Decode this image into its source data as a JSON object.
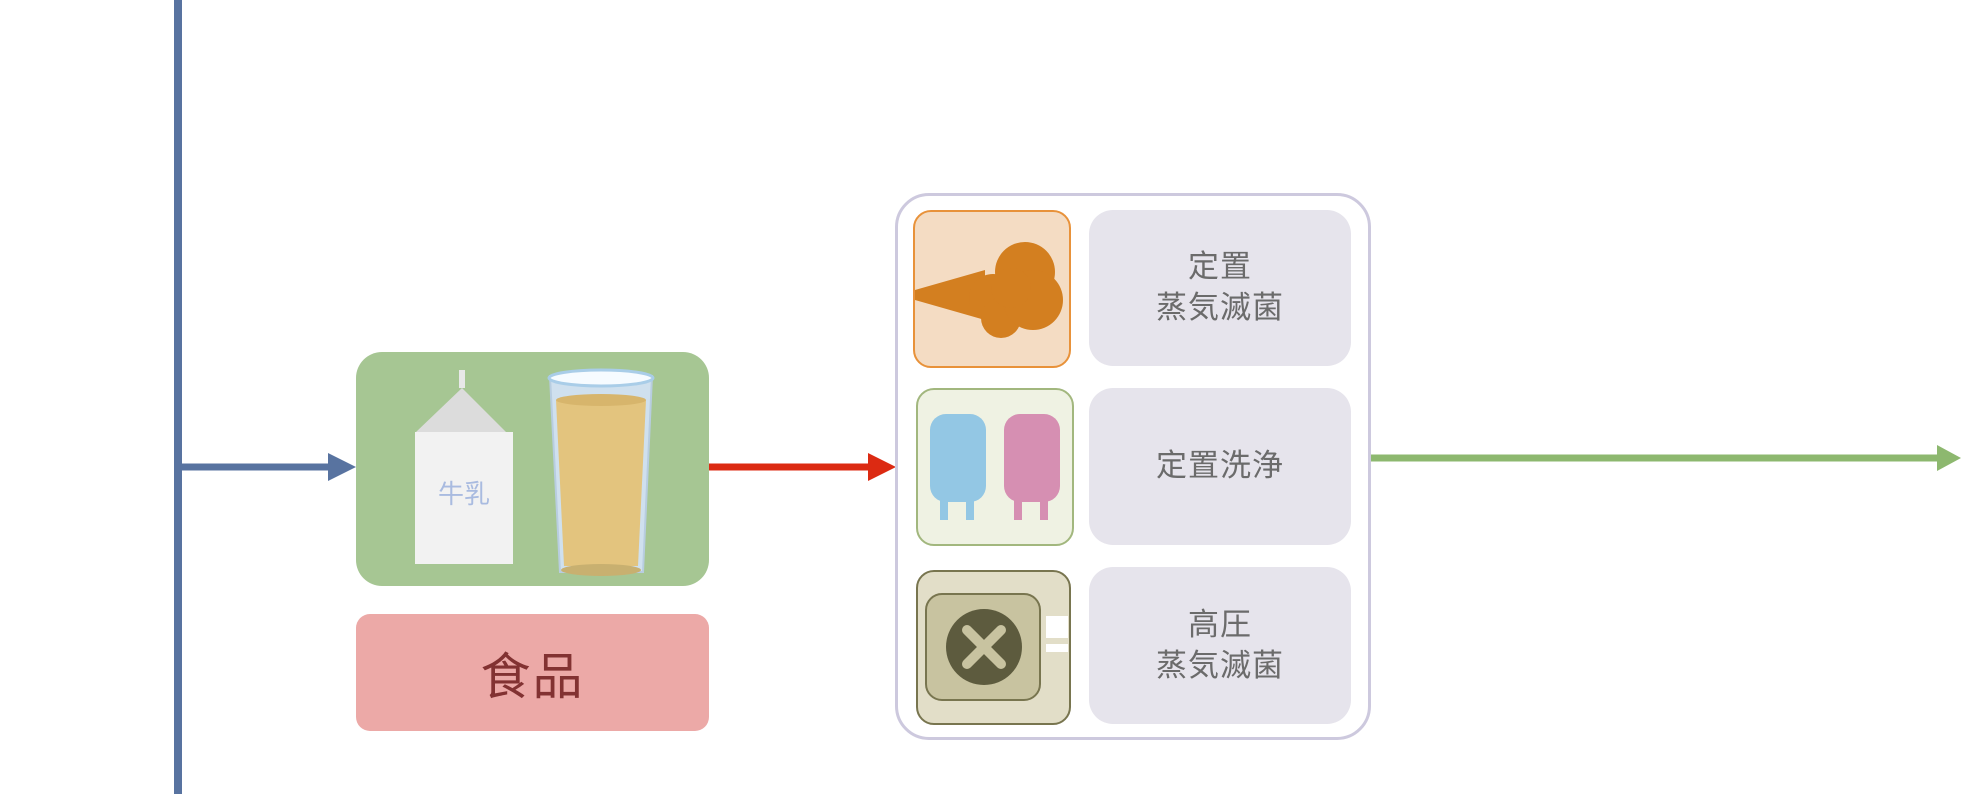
{
  "diagram": {
    "food": {
      "carton_text": "牛乳",
      "label": "食品"
    },
    "processes": [
      {
        "name": "steam-in-place",
        "lines": [
          "定置",
          "蒸気滅菌"
        ],
        "icon": "steam-cloud-icon"
      },
      {
        "name": "clean-in-place",
        "lines": [
          "定置洗浄"
        ],
        "icon": "tanks-icon"
      },
      {
        "name": "autoclave",
        "lines": [
          "高圧",
          "蒸気滅菌"
        ],
        "icon": "autoclave-icon"
      }
    ],
    "colors": {
      "blue_flow": "#5873a0",
      "red_flow": "#dc2a12",
      "green_flow": "#8db86f",
      "food_card": "#a6c693",
      "food_label": "#eca9a7",
      "panel_border": "#cdc9de"
    }
  }
}
